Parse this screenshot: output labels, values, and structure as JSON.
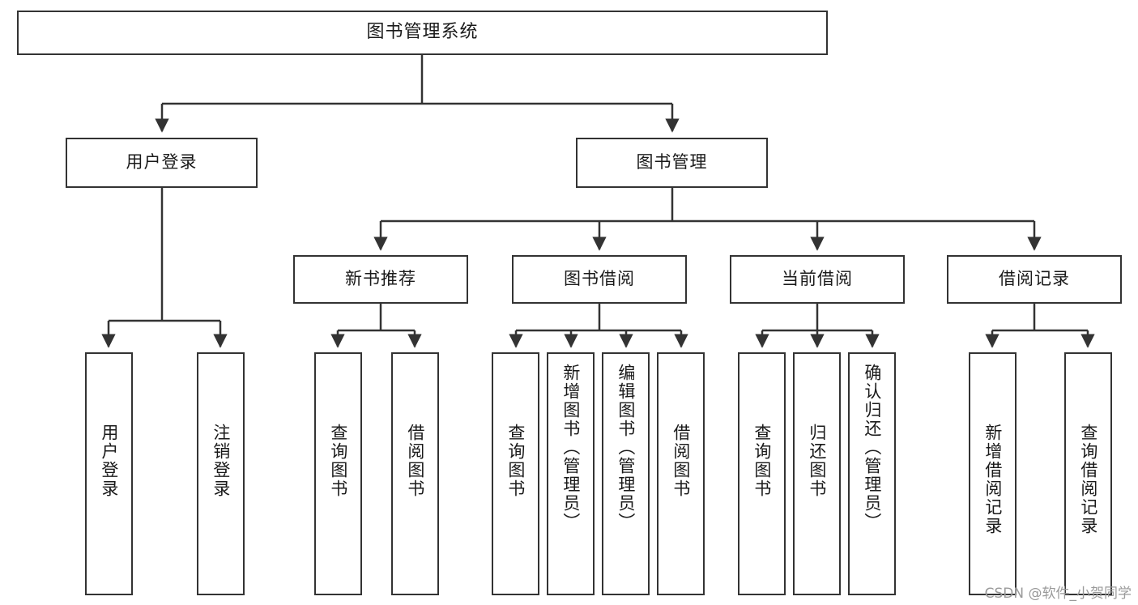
{
  "diagram": {
    "type": "tree",
    "title": "图书管理系统",
    "watermark": "CSDN @软件_小贺同学",
    "colors": {
      "box_border": "#333333",
      "box_fill": "#ffffff",
      "connector": "#333333",
      "text": "#1a1a1a",
      "watermark": "#9a9a9a"
    },
    "root": {
      "label": "图书管理系统"
    },
    "branches": [
      {
        "label": "用户登录"
      },
      {
        "label": "图书管理"
      }
    ],
    "groups": [
      {
        "label": "新书推荐"
      },
      {
        "label": "图书借阅"
      },
      {
        "label": "当前借阅"
      },
      {
        "label": "借阅记录"
      }
    ],
    "leaves": [
      {
        "label": "用户登录",
        "parent": "用户登录"
      },
      {
        "label": "注销登录",
        "parent": "用户登录"
      },
      {
        "label": "查询图书",
        "parent": "新书推荐"
      },
      {
        "label": "借阅图书",
        "parent": "新书推荐"
      },
      {
        "label": "查询图书",
        "parent": "图书借阅"
      },
      {
        "label": "新增图书（管理员）",
        "parent": "图书借阅"
      },
      {
        "label": "编辑图书（管理员）",
        "parent": "图书借阅"
      },
      {
        "label": "借阅图书",
        "parent": "图书借阅"
      },
      {
        "label": "查询图书",
        "parent": "当前借阅"
      },
      {
        "label": "归还图书",
        "parent": "当前借阅"
      },
      {
        "label": "确认归还（管理员）",
        "parent": "当前借阅"
      },
      {
        "label": "新增借阅记录",
        "parent": "借阅记录"
      },
      {
        "label": "查询借阅记录",
        "parent": "借阅记录"
      }
    ]
  }
}
